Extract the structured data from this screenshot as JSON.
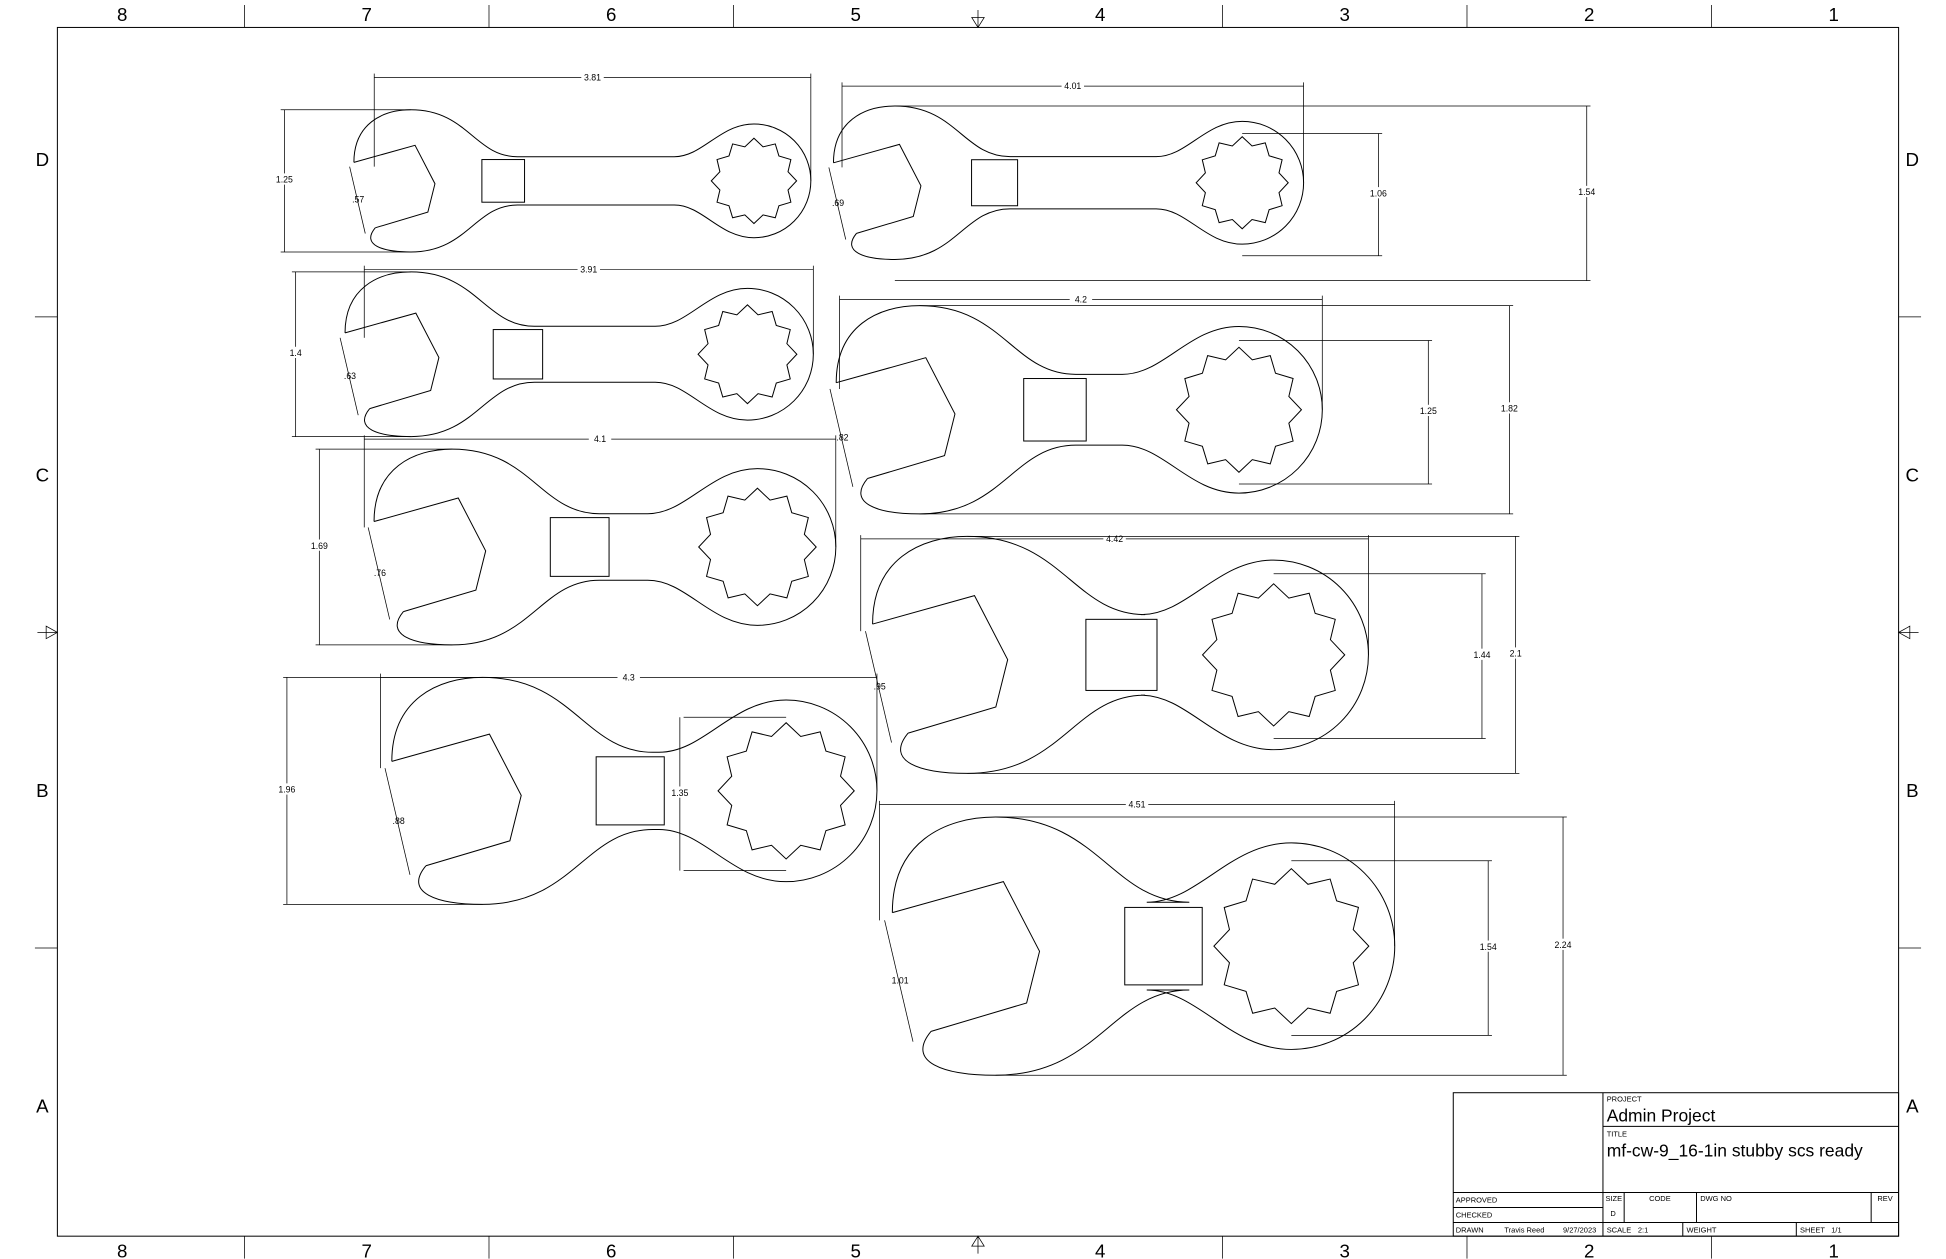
{
  "zones": {
    "columns": [
      "8",
      "7",
      "6",
      "5",
      "4",
      "3",
      "2",
      "1"
    ],
    "rows": [
      "D",
      "C",
      "B",
      "A"
    ]
  },
  "wrenches": [
    {
      "length": "3.81",
      "height": "1.25",
      "jaw": ".57"
    },
    {
      "length": "4.01",
      "ring": "1.06",
      "height": "1.54",
      "jaw": ".69"
    },
    {
      "length": "3.91",
      "height": "1.4",
      "jaw": ".63"
    },
    {
      "length": "4.2",
      "ring": "1.25",
      "height": "1.82",
      "jaw": ".82"
    },
    {
      "length": "4.1",
      "height": "1.69",
      "jaw": ".76"
    },
    {
      "length": "4.42",
      "ring": "1.44",
      "height": "2.1",
      "jaw": ".95"
    },
    {
      "length": "4.3",
      "ring": "1.35",
      "height": "1.96",
      "jaw": ".88"
    },
    {
      "length": "4.51",
      "ring": "1.54",
      "height": "2.24",
      "jaw": "1.01"
    }
  ],
  "title_block": {
    "project_label": "PROJECT",
    "project": "Admin Project",
    "title_label": "TITLE",
    "title": "mf-cw-9_16-1in stubby scs ready",
    "approved": "APPROVED",
    "checked": "CHECKED",
    "drawn": "DRAWN",
    "drawn_by": "Travis Reed",
    "date": "9/27/2023",
    "size_label": "SIZE",
    "size": "D",
    "code_label": "CODE",
    "dwg_no_label": "DWG NO",
    "rev_label": "REV",
    "scale_label": "SCALE",
    "scale": "2:1",
    "weight_label": "WEIGHT",
    "sheet_label": "SHEET",
    "sheet": "1/1"
  }
}
